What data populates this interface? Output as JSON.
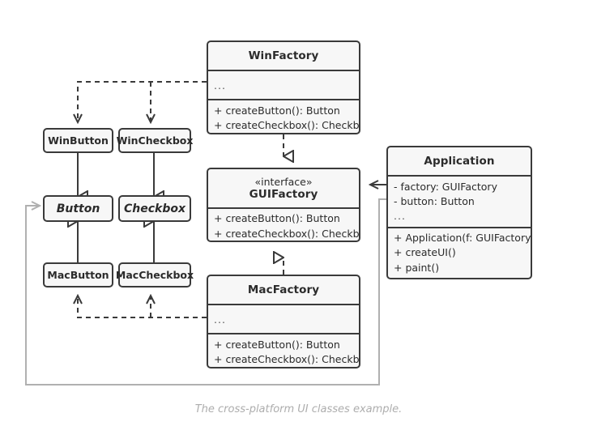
{
  "diagram": {
    "caption": "The cross-platform UI classes example.",
    "colors": {
      "box_border": "#3a3a3a",
      "box_fill": "#f7f7f7",
      "edge_dark": "#3a3a3a",
      "edge_light": "#b0b0b0",
      "text": "#2b2b2b",
      "caption_text": "#adadad",
      "background": "#ffffff"
    }
  },
  "classes": {
    "win_factory": {
      "name": "WinFactory",
      "attributes": [
        "..."
      ],
      "methods": [
        "+ createButton(): Button",
        "+ createCheckbox(): Checkbox"
      ]
    },
    "gui_factory": {
      "stereotype": "«interface»",
      "name": "GUIFactory",
      "methods": [
        "+ createButton(): Button",
        "+ createCheckbox(): Checkbox"
      ]
    },
    "mac_factory": {
      "name": "MacFactory",
      "attributes": [
        "..."
      ],
      "methods": [
        "+ createButton(): Button",
        "+ createCheckbox(): Checkbox"
      ]
    },
    "application": {
      "name": "Application",
      "attributes": [
        "- factory: GUIFactory",
        "- button: Button",
        "..."
      ],
      "methods": [
        "+ Application(f: GUIFactory)",
        "+ createUI()",
        "+ paint()"
      ]
    },
    "win_button": {
      "name": "WinButton"
    },
    "win_checkbox": {
      "name": "WinCheckbox"
    },
    "button": {
      "name": "Button",
      "abstract": true
    },
    "checkbox": {
      "name": "Checkbox",
      "abstract": true
    },
    "mac_button": {
      "name": "MacButton"
    },
    "mac_checkbox": {
      "name": "MacCheckbox"
    }
  },
  "relations": [
    {
      "id": "winfactory-creates-winbutton",
      "type": "dependency",
      "from": "WinFactory",
      "to": "WinButton"
    },
    {
      "id": "winfactory-creates-wincheckbox",
      "type": "dependency",
      "from": "WinFactory",
      "to": "WinCheckbox"
    },
    {
      "id": "winfactory-implements-guifactory",
      "type": "realization",
      "from": "WinFactory",
      "to": "GUIFactory"
    },
    {
      "id": "macfactory-implements-guifactory",
      "type": "realization",
      "from": "MacFactory",
      "to": "GUIFactory"
    },
    {
      "id": "macfactory-creates-macbutton",
      "type": "dependency",
      "from": "MacFactory",
      "to": "MacButton"
    },
    {
      "id": "macfactory-creates-maccheckbox",
      "type": "dependency",
      "from": "MacFactory",
      "to": "MacCheckbox"
    },
    {
      "id": "winbutton-extends-button",
      "type": "generalization",
      "from": "WinButton",
      "to": "Button"
    },
    {
      "id": "wincheckbox-extends-checkbox",
      "type": "generalization",
      "from": "WinCheckbox",
      "to": "Checkbox"
    },
    {
      "id": "macbutton-extends-button",
      "type": "generalization",
      "from": "MacButton",
      "to": "Button"
    },
    {
      "id": "maccheckbox-extends-checkbox",
      "type": "generalization",
      "from": "MacCheckbox",
      "to": "Checkbox"
    },
    {
      "id": "application-uses-guifactory",
      "type": "association",
      "from": "Application",
      "to": "GUIFactory"
    },
    {
      "id": "application-uses-button",
      "type": "association",
      "from": "Application",
      "to": "Button"
    }
  ]
}
